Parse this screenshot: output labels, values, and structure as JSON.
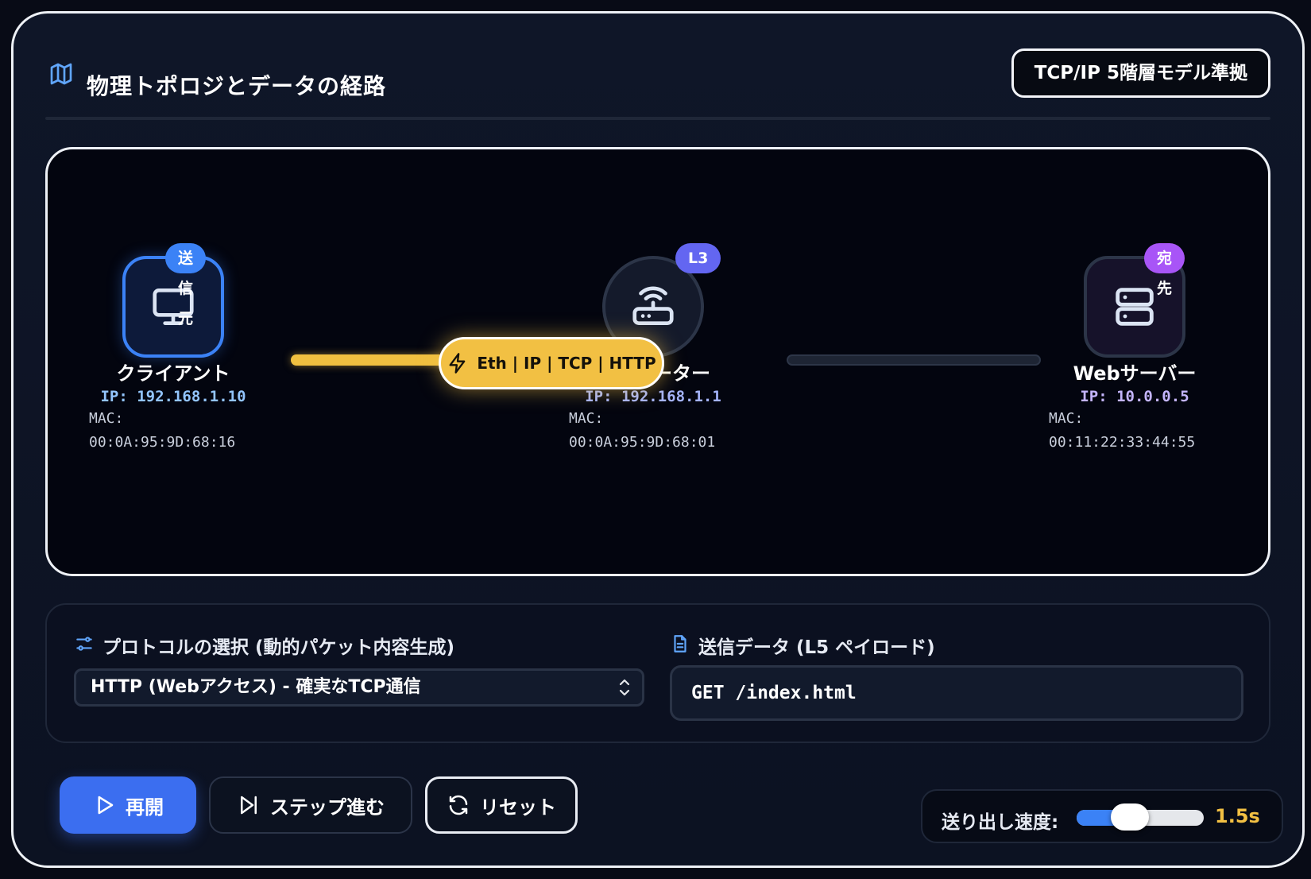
{
  "header": {
    "title": "物理トポロジとデータの経路",
    "model_badge": "TCP/IP 5階層モデル準拠"
  },
  "topology": {
    "nodes": [
      {
        "name": "クライアント",
        "tag": "送信元",
        "ip": "IP: 192.168.1.10",
        "mac_label": "MAC:",
        "mac": "00:0A:95:9D:68:16",
        "icon": "monitor-icon"
      },
      {
        "name": "中継ルーター",
        "tag": "L3",
        "ip": "IP: 192.168.1.1",
        "mac_label": "MAC:",
        "mac": "00:0A:95:9D:68:01",
        "icon": "router-icon"
      },
      {
        "name": "Webサーバー",
        "tag": "宛先",
        "ip": "IP: 10.0.0.5",
        "mac_label": "MAC:",
        "mac": "00:11:22:33:44:55",
        "icon": "server-icon"
      }
    ],
    "packet_label": "Eth | IP | TCP | HTTP",
    "colors": {
      "client": "#3b82f6",
      "router": "#6366f1",
      "server": "#a855f7",
      "packet": "#f2c043",
      "ip_client": "#93c5fd",
      "ip_router": "#a5b4fc",
      "ip_server": "#c4b5fd"
    }
  },
  "controls": {
    "protocol_label": "プロトコルの選択 (動的パケット内容生成)",
    "protocol_value": "HTTP (Webアクセス) - 確実なTCP通信",
    "payload_label": "送信データ (L5 ペイロード)",
    "payload_value": "GET /index.html"
  },
  "buttons": {
    "play": "再開",
    "step": "ステップ進む",
    "reset": "リセット"
  },
  "speed": {
    "label": "送り出し速度:",
    "value": "1.5s",
    "slider_level": 0.42
  }
}
